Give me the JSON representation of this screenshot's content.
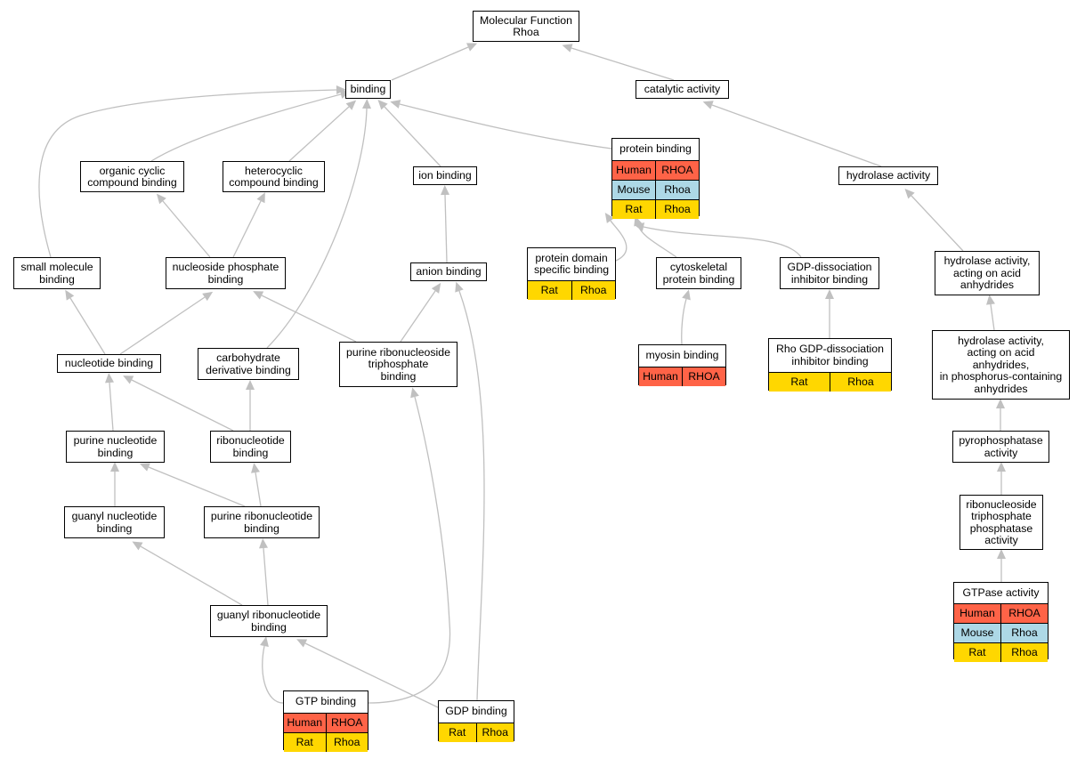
{
  "species_colors": {
    "Human": "#ff6347",
    "Mouse": "#add8e6",
    "Rat": "#ffd700"
  },
  "edge_color": "#c0c0c0",
  "nodes": [
    {
      "id": "molecular-function",
      "label": "Molecular Function\nRhoa",
      "rows": []
    },
    {
      "id": "binding",
      "label": "binding",
      "rows": []
    },
    {
      "id": "catalytic-activity",
      "label": "catalytic activity",
      "rows": []
    },
    {
      "id": "organic-cyclic-compound-binding",
      "label": "organic cyclic\ncompound binding",
      "rows": []
    },
    {
      "id": "heterocyclic-compound-binding",
      "label": "heterocyclic\ncompound binding",
      "rows": []
    },
    {
      "id": "ion-binding",
      "label": "ion binding",
      "rows": []
    },
    {
      "id": "protein-binding",
      "label": "protein binding",
      "rows": [
        {
          "species": "Human",
          "gene": "RHOA"
        },
        {
          "species": "Mouse",
          "gene": "Rhoa"
        },
        {
          "species": "Rat",
          "gene": "Rhoa"
        }
      ]
    },
    {
      "id": "hydrolase-activity",
      "label": "hydrolase activity",
      "rows": []
    },
    {
      "id": "small-molecule-binding",
      "label": "small molecule\nbinding",
      "rows": []
    },
    {
      "id": "nucleoside-phosphate-binding",
      "label": "nucleoside phosphate\nbinding",
      "rows": []
    },
    {
      "id": "anion-binding",
      "label": "anion binding",
      "rows": []
    },
    {
      "id": "protein-domain-specific-binding",
      "label": "protein domain\nspecific binding",
      "rows": [
        {
          "species": "Rat",
          "gene": "Rhoa"
        }
      ]
    },
    {
      "id": "cytoskeletal-protein-binding",
      "label": "cytoskeletal\nprotein binding",
      "rows": []
    },
    {
      "id": "gdp-dissociation-inhibitor-binding",
      "label": "GDP-dissociation\ninhibitor binding",
      "rows": []
    },
    {
      "id": "hydrolase-acid-anhydrides",
      "label": "hydrolase activity,\nacting on acid\nanhydrides",
      "rows": []
    },
    {
      "id": "nucleotide-binding",
      "label": "nucleotide binding",
      "rows": []
    },
    {
      "id": "carbohydrate-derivative-binding",
      "label": "carbohydrate\nderivative binding",
      "rows": []
    },
    {
      "id": "purine-ribonucleoside-triphosphate-binding",
      "label": "purine ribonucleoside\ntriphosphate\nbinding",
      "rows": []
    },
    {
      "id": "myosin-binding",
      "label": "myosin binding",
      "rows": [
        {
          "species": "Human",
          "gene": "RHOA"
        }
      ]
    },
    {
      "id": "rho-gdp-dissociation-inhibitor-binding",
      "label": "Rho GDP-dissociation\ninhibitor binding",
      "rows": [
        {
          "species": "Rat",
          "gene": "Rhoa"
        }
      ]
    },
    {
      "id": "hydrolase-phosphorus-anhydrides",
      "label": "hydrolase activity,\nacting on acid\nanhydrides,\nin phosphorus-containing\nanhydrides",
      "rows": []
    },
    {
      "id": "purine-nucleotide-binding",
      "label": "purine nucleotide\nbinding",
      "rows": []
    },
    {
      "id": "ribonucleotide-binding",
      "label": "ribonucleotide\nbinding",
      "rows": []
    },
    {
      "id": "pyrophosphatase-activity",
      "label": "pyrophosphatase\nactivity",
      "rows": []
    },
    {
      "id": "guanyl-nucleotide-binding",
      "label": "guanyl nucleotide\nbinding",
      "rows": []
    },
    {
      "id": "purine-ribonucleotide-binding",
      "label": "purine ribonucleotide\nbinding",
      "rows": []
    },
    {
      "id": "ribonucleoside-triphosphate-phosphatase-activity",
      "label": "ribonucleoside\ntriphosphate\nphosphatase\nactivity",
      "rows": []
    },
    {
      "id": "guanyl-ribonucleotide-binding",
      "label": "guanyl ribonucleotide\nbinding",
      "rows": []
    },
    {
      "id": "gtpase-activity",
      "label": "GTPase activity",
      "rows": [
        {
          "species": "Human",
          "gene": "RHOA"
        },
        {
          "species": "Mouse",
          "gene": "Rhoa"
        },
        {
          "species": "Rat",
          "gene": "Rhoa"
        }
      ]
    },
    {
      "id": "gtp-binding",
      "label": "GTP binding",
      "rows": [
        {
          "species": "Human",
          "gene": "RHOA"
        },
        {
          "species": "Rat",
          "gene": "Rhoa"
        }
      ]
    },
    {
      "id": "gdp-binding",
      "label": "GDP binding",
      "rows": [
        {
          "species": "Rat",
          "gene": "Rhoa"
        }
      ]
    }
  ],
  "edges": [
    {
      "from": "binding",
      "to": "molecular-function"
    },
    {
      "from": "catalytic-activity",
      "to": "molecular-function"
    },
    {
      "from": "small-molecule-binding",
      "to": "binding"
    },
    {
      "from": "organic-cyclic-compound-binding",
      "to": "binding"
    },
    {
      "from": "heterocyclic-compound-binding",
      "to": "binding"
    },
    {
      "from": "carbohydrate-derivative-binding",
      "to": "binding"
    },
    {
      "from": "ion-binding",
      "to": "binding"
    },
    {
      "from": "protein-binding",
      "to": "binding"
    },
    {
      "from": "hydrolase-activity",
      "to": "catalytic-activity"
    },
    {
      "from": "nucleoside-phosphate-binding",
      "to": "organic-cyclic-compound-binding"
    },
    {
      "from": "nucleoside-phosphate-binding",
      "to": "heterocyclic-compound-binding"
    },
    {
      "from": "anion-binding",
      "to": "ion-binding"
    },
    {
      "from": "protein-domain-specific-binding",
      "to": "protein-binding"
    },
    {
      "from": "cytoskeletal-protein-binding",
      "to": "protein-binding"
    },
    {
      "from": "gdp-dissociation-inhibitor-binding",
      "to": "protein-binding"
    },
    {
      "from": "hydrolase-acid-anhydrides",
      "to": "hydrolase-activity"
    },
    {
      "from": "nucleotide-binding",
      "to": "small-molecule-binding"
    },
    {
      "from": "nucleotide-binding",
      "to": "nucleoside-phosphate-binding"
    },
    {
      "from": "purine-ribonucleoside-triphosphate-binding",
      "to": "nucleoside-phosphate-binding"
    },
    {
      "from": "purine-ribonucleoside-triphosphate-binding",
      "to": "anion-binding"
    },
    {
      "from": "myosin-binding",
      "to": "cytoskeletal-protein-binding"
    },
    {
      "from": "rho-gdp-dissociation-inhibitor-binding",
      "to": "gdp-dissociation-inhibitor-binding"
    },
    {
      "from": "hydrolase-phosphorus-anhydrides",
      "to": "hydrolase-acid-anhydrides"
    },
    {
      "from": "purine-nucleotide-binding",
      "to": "nucleotide-binding"
    },
    {
      "from": "ribonucleotide-binding",
      "to": "nucleotide-binding"
    },
    {
      "from": "ribonucleotide-binding",
      "to": "carbohydrate-derivative-binding"
    },
    {
      "from": "pyrophosphatase-activity",
      "to": "hydrolase-phosphorus-anhydrides"
    },
    {
      "from": "guanyl-nucleotide-binding",
      "to": "purine-nucleotide-binding"
    },
    {
      "from": "purine-ribonucleotide-binding",
      "to": "purine-nucleotide-binding"
    },
    {
      "from": "purine-ribonucleotide-binding",
      "to": "ribonucleotide-binding"
    },
    {
      "from": "ribonucleoside-triphosphate-phosphatase-activity",
      "to": "pyrophosphatase-activity"
    },
    {
      "from": "guanyl-ribonucleotide-binding",
      "to": "guanyl-nucleotide-binding"
    },
    {
      "from": "guanyl-ribonucleotide-binding",
      "to": "purine-ribonucleotide-binding"
    },
    {
      "from": "gtpase-activity",
      "to": "ribonucleoside-triphosphate-phosphatase-activity"
    },
    {
      "from": "gtp-binding",
      "to": "guanyl-ribonucleotide-binding"
    },
    {
      "from": "gtp-binding",
      "to": "purine-ribonucleoside-triphosphate-binding"
    },
    {
      "from": "gdp-binding",
      "to": "guanyl-ribonucleotide-binding"
    },
    {
      "from": "gdp-binding",
      "to": "anion-binding"
    }
  ]
}
